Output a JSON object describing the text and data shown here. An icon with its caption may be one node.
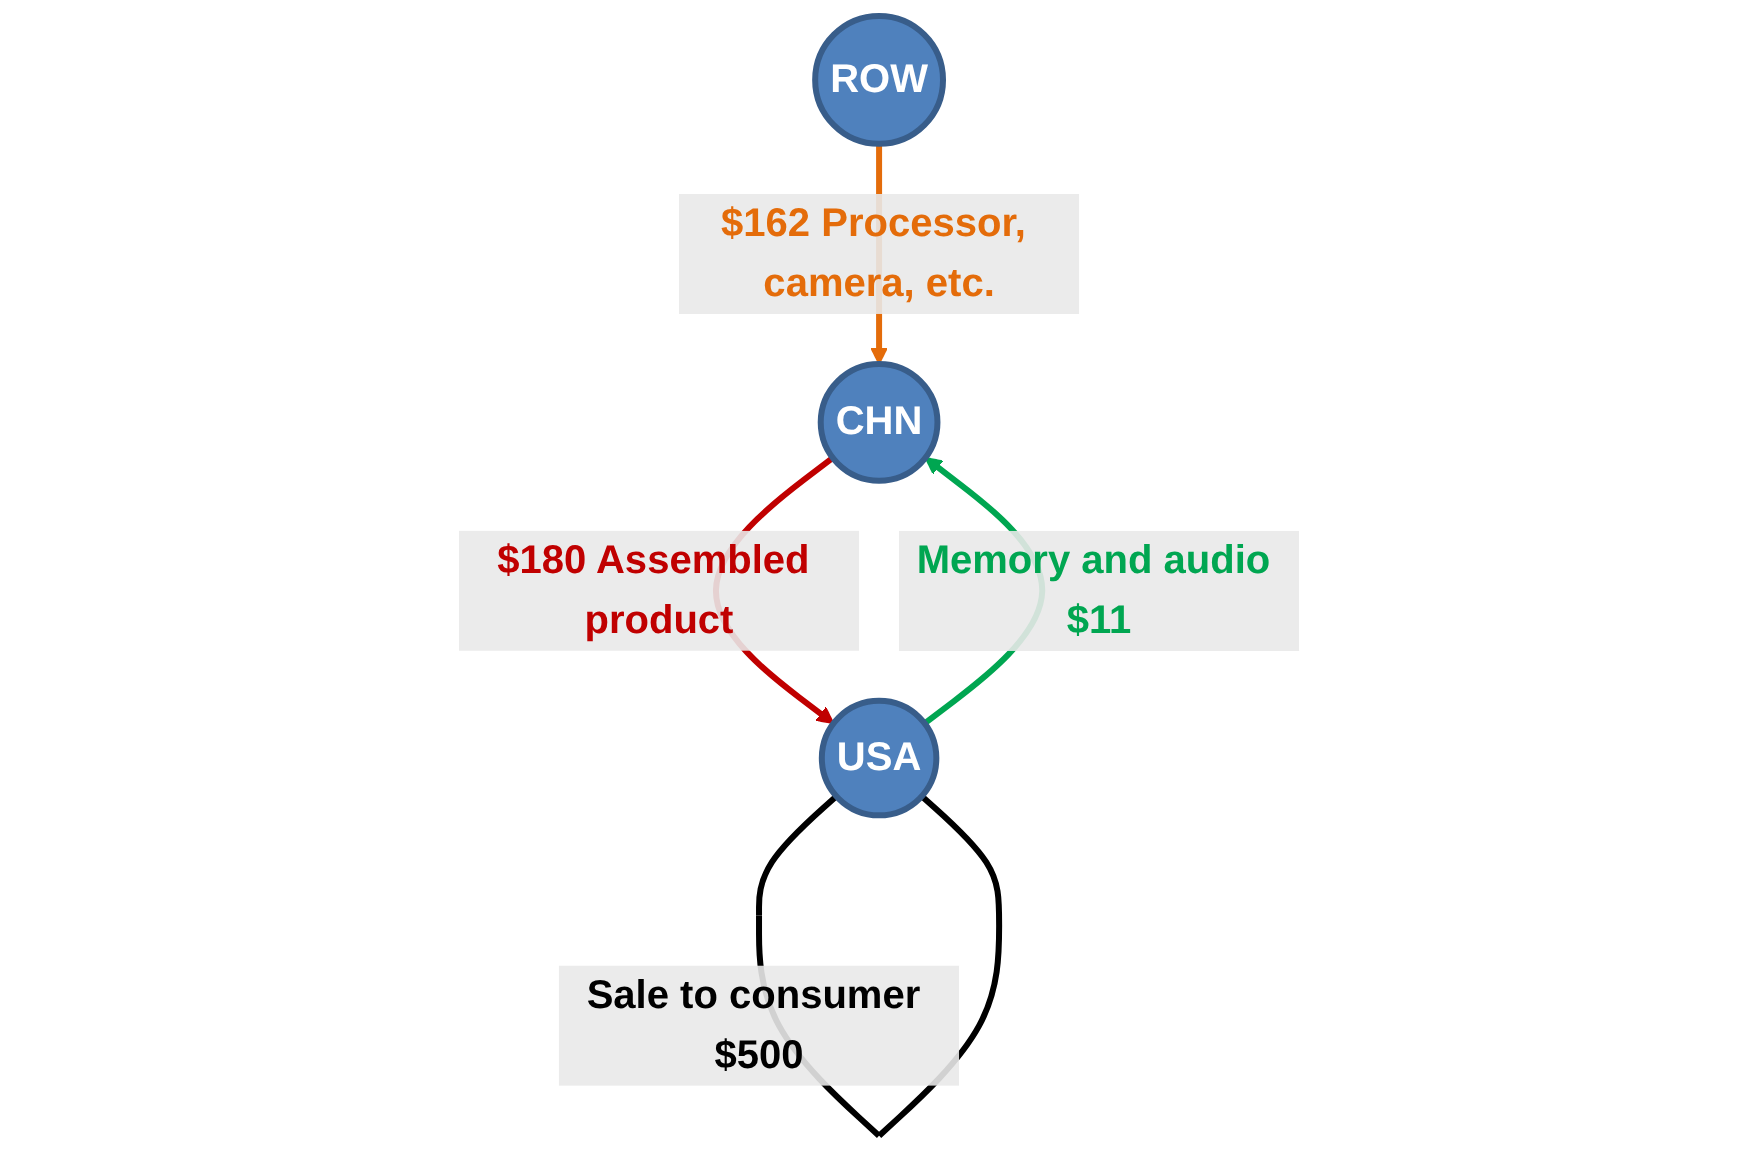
{
  "diagram": {
    "nodes": [
      {
        "text": [
          "ROW"
        ]
      },
      {
        "text": [
          "USA"
        ]
      },
      {
        "text": [
          "CHN"
        ]
      }
    ],
    "edges": [
      {
        "from": 1,
        "to": 1,
        "arrow": "none",
        "label": "Sale to consumer $500"
      },
      {
        "from": 0,
        "to": 2,
        "arrow": "to",
        "label": "$162 Processor, camera, etc.",
        "color": "#e46c0a"
      },
      {
        "from": 1,
        "to": 2,
        "arrow": "to",
        "label": "Memory and audio $11",
        "color": "#00a651"
      },
      {
        "from": 2,
        "to": 1,
        "arrow": "to",
        "label": "$180 Assembled product",
        "color": "#c00000"
      }
    ]
  }
}
